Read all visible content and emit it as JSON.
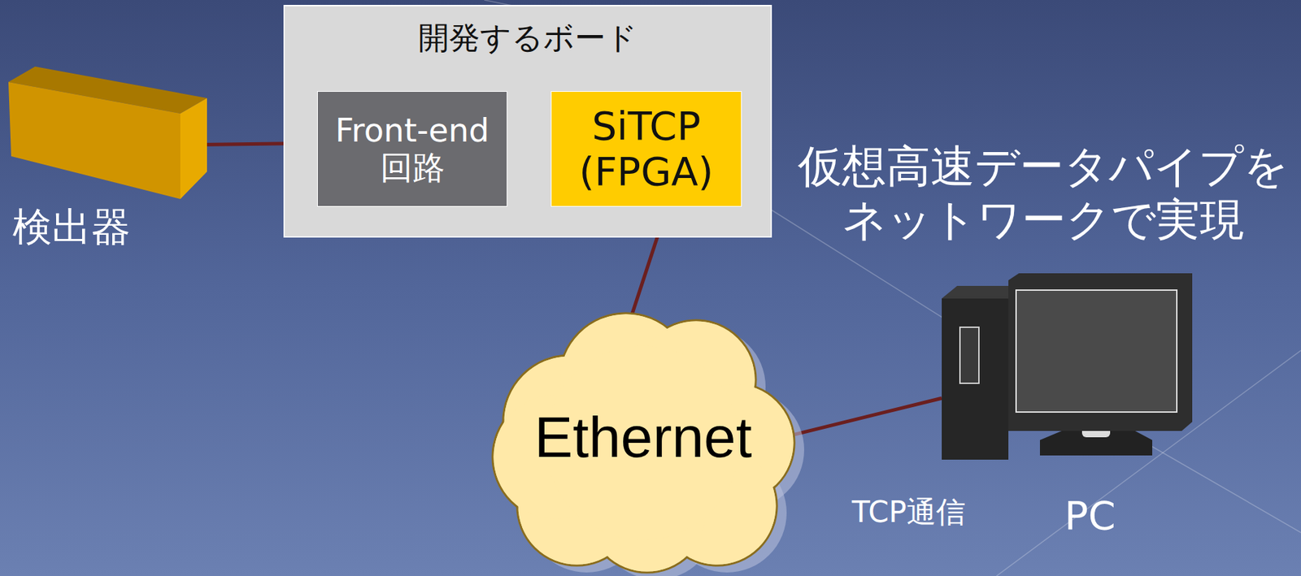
{
  "diagram": {
    "nodes": [
      {
        "text": [
          "検出器"
        ]
      },
      {
        "text": [
          "開発するボード"
        ]
      },
      {
        "text": [
          "Front-end 回路"
        ],
        "in": 1
      },
      {
        "text": [
          "SiTCP (FPGA)"
        ],
        "in": 1
      },
      {
        "text": [
          "Ethernet"
        ]
      },
      {
        "text": [
          "PC"
        ]
      }
    ],
    "edges": [
      {
        "from": 0,
        "to": 2,
        "arrow": "none"
      },
      {
        "from": 2,
        "to": 3,
        "arrow": "none"
      },
      {
        "from": 3,
        "to": 4,
        "arrow": "none"
      },
      {
        "from": 4,
        "to": 5,
        "arrow": "none"
      }
    ],
    "labels": [
      "仮想高速データパイプを ネットワークで実現",
      "TCP通信"
    ]
  }
}
